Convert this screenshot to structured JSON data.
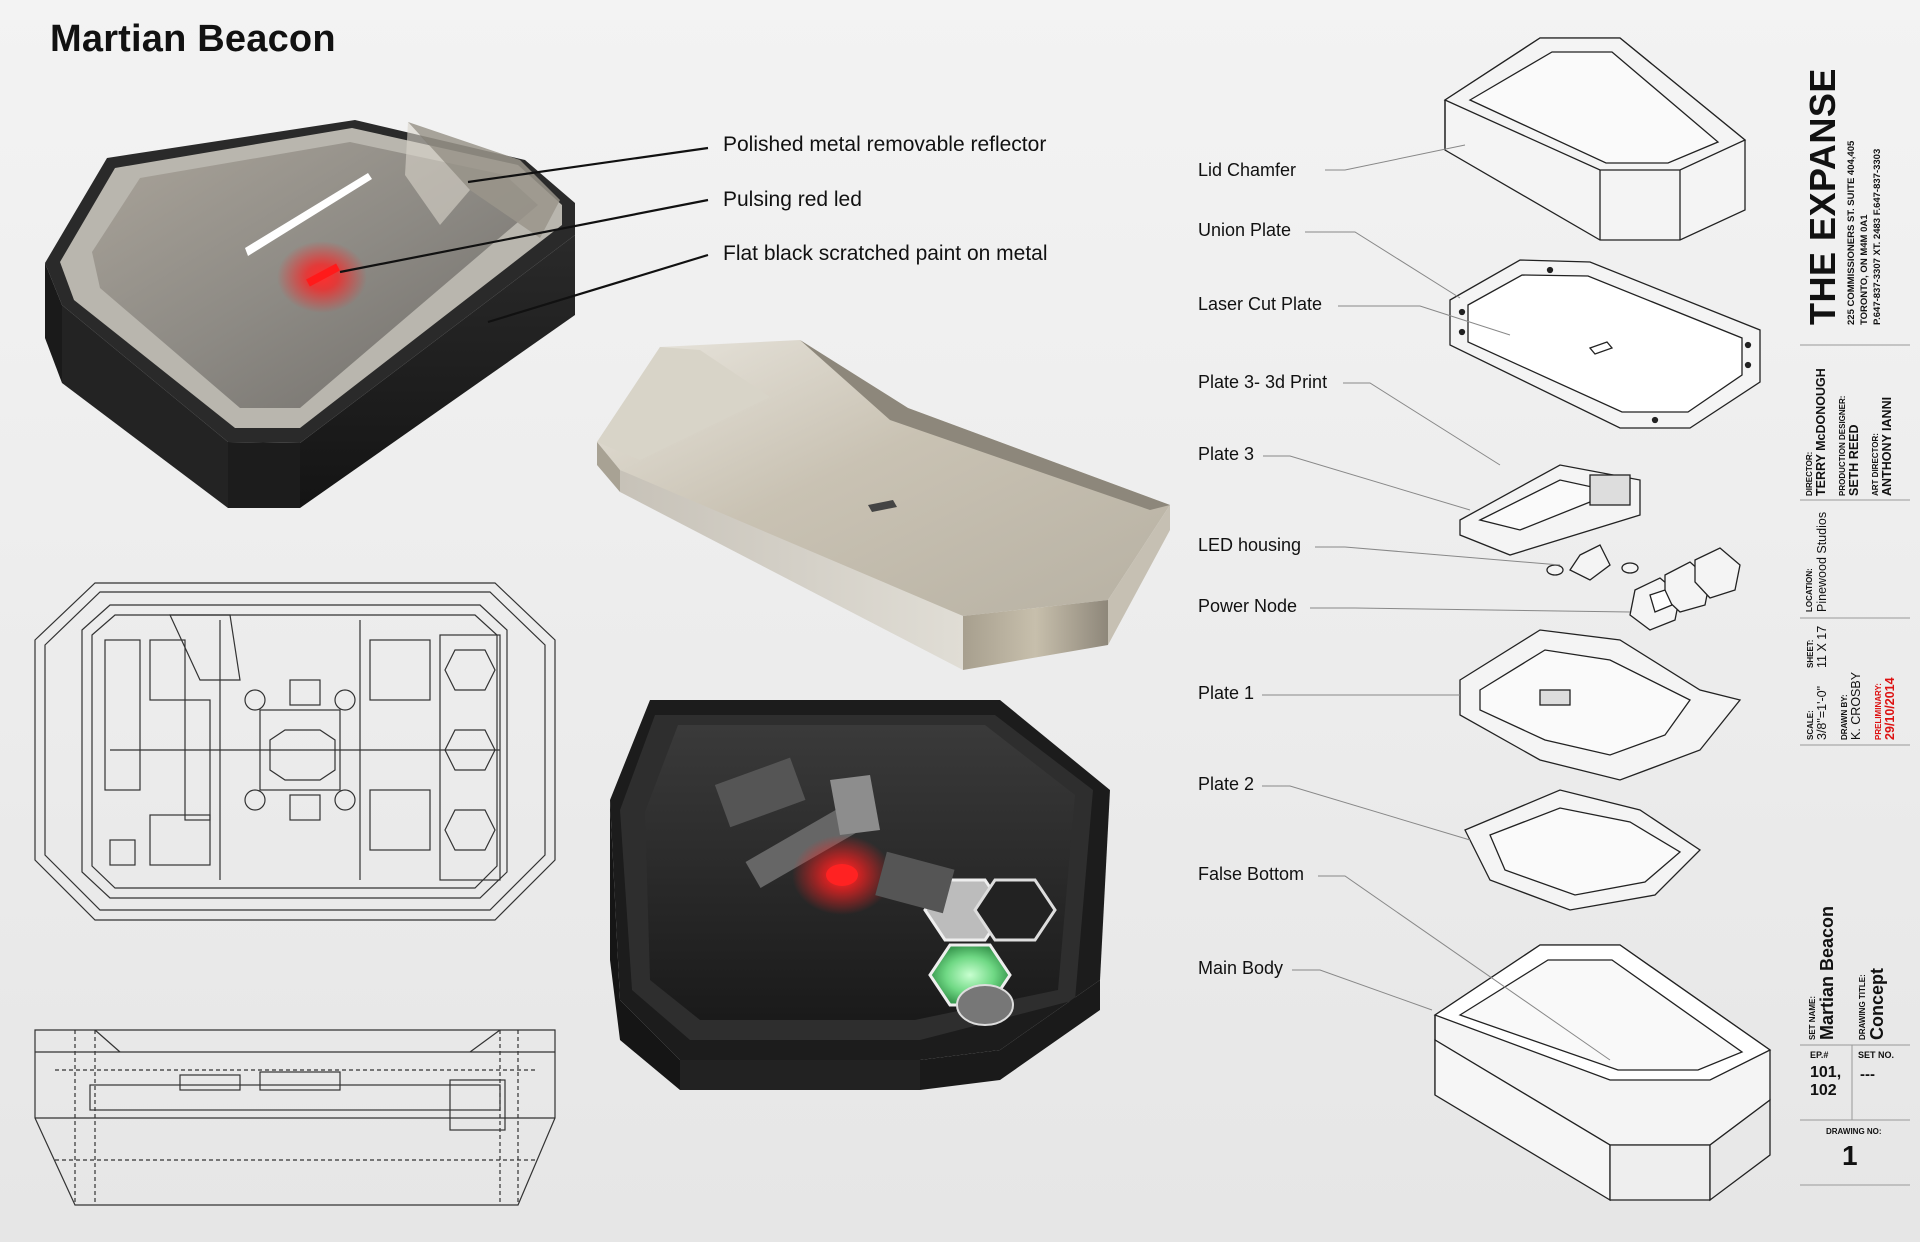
{
  "title": "Martian Beacon",
  "callouts": [
    "Polished metal removable reflector",
    "Pulsing red led",
    "Flat black scratched paint on metal"
  ],
  "part_labels": [
    "Lid Chamfer",
    "Union Plate",
    "Laser Cut Plate",
    "Plate 3- 3d Print",
    "Plate 3",
    "LED housing",
    "Power Node",
    "Plate 1",
    "Plate 2",
    "False Bottom",
    "Main Body"
  ],
  "title_block": {
    "company": "THE EXPANSE",
    "address_1": "225 COMMISSIONERS ST. SUITE 404,405",
    "address_2": "TORONTO, ON M4M 0A1",
    "address_3": "P.647-837-3307 XT. 2483 F.647-837-3303",
    "director_label": "DIRECTOR:",
    "director": "TERRY McDONOUGH",
    "prod_designer_label": "PRODUCTION DESIGNER:",
    "prod_designer": "SETH REED",
    "art_director_label": "ART DIRECTOR:",
    "art_director": "ANTHONY IANNI",
    "location_label": "LOCATION:",
    "location": "Pinewood Studios",
    "sheet_label": "SHEET:",
    "sheet": "11 X 17",
    "scale_label": "SCALE:",
    "scale": "3/8\"=1'-0\"",
    "drawn_by_label": "DRAWN BY:",
    "drawn_by": "K. CROSBY",
    "preliminary_label": "PRELIMINARY:",
    "preliminary_date": "29/10/2014",
    "set_name_label": "SET NAME:",
    "set_name": "Martian Beacon",
    "drawing_title_label": "DRAWING TITLE:",
    "drawing_title": "Concept",
    "ep_label": "EP.#",
    "ep_1": "101,",
    "ep_2": "102",
    "set_no_label": "SET NO.",
    "set_no": "---",
    "drawing_no_label": "DRAWING NO:",
    "drawing_no": "1"
  },
  "colors": {
    "led_red": "#ff2a2a",
    "accent_red": "#d11111",
    "body_black": "#1c1c1c",
    "metal": "#c9c3b6",
    "led_green": "#7de08f"
  }
}
